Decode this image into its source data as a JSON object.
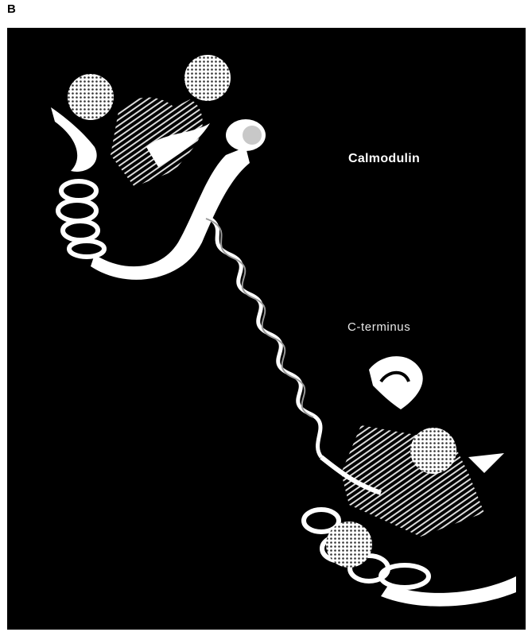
{
  "panel": {
    "letter": "B"
  },
  "figure": {
    "title": "Calmodulin",
    "labels": {
      "c_terminus": "C-terminus"
    },
    "colors": {
      "background": "#000000",
      "ribbon": "#ffffff",
      "shading": "#b8b8b8"
    }
  }
}
